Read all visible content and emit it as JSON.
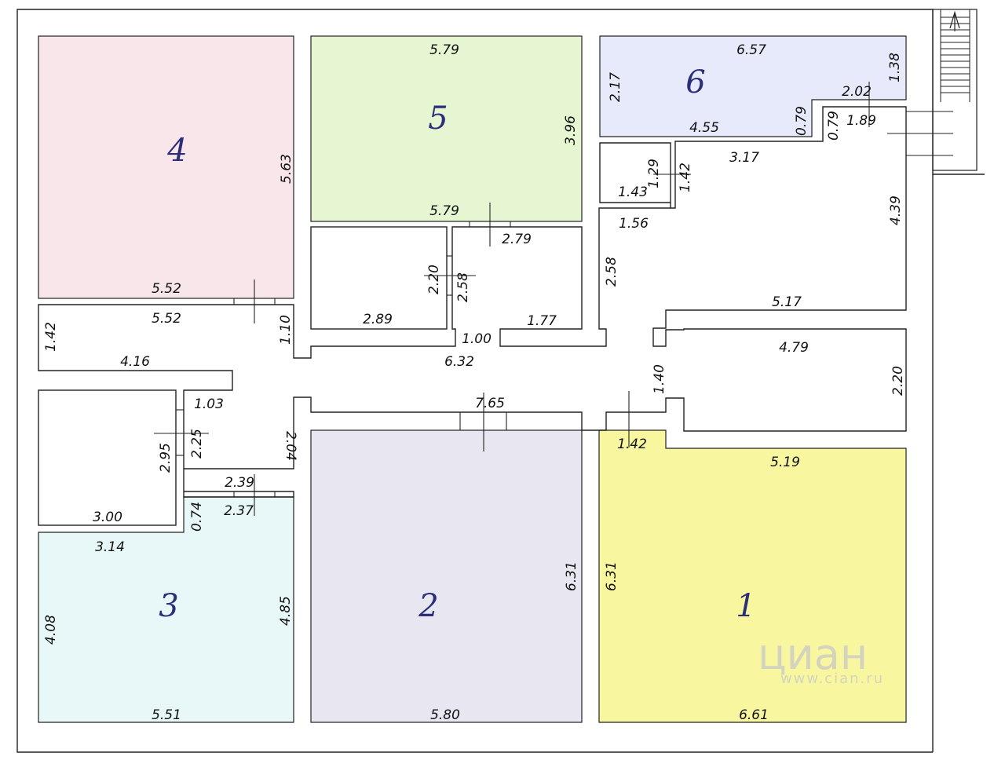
{
  "colors": {
    "room1": "#f8f7a0",
    "room2": "#e7e6f1",
    "room3": "#e8f8f8",
    "room4": "#f8e6ea",
    "room5": "#e6f6d2",
    "room6": "#e7eafb",
    "label": "#2b2f7a",
    "line": "#222222"
  },
  "rooms": [
    {
      "id": "1",
      "number": "1"
    },
    {
      "id": "2",
      "number": "2"
    },
    {
      "id": "3",
      "number": "3"
    },
    {
      "id": "4",
      "number": "4"
    },
    {
      "id": "5",
      "number": "5"
    },
    {
      "id": "6",
      "number": "6"
    }
  ],
  "dimensions": [
    "5.79",
    "6.57",
    "1.38",
    "2.17",
    "3.96",
    "5.63",
    "2.02",
    "0.79",
    "1.89",
    "0.79",
    "4.55",
    "3.17",
    "1.29",
    "1.42",
    "1.43",
    "5.79",
    "2.79",
    "1.56",
    "4.39",
    "2.20",
    "2.58",
    "2.58",
    "5.52",
    "5.52",
    "1.42",
    "1.10",
    "2.89",
    "1.77",
    "5.17",
    "1.00",
    "4.16",
    "6.32",
    "4.79",
    "1.40",
    "2.20",
    "1.03",
    "7.65",
    "2.95",
    "2.25",
    "2.04",
    "1.42",
    "5.19",
    "2.39",
    "2.37",
    "0.74",
    "3.00",
    "3.14",
    "6.31",
    "6.31",
    "4.08",
    "4.85",
    "5.51",
    "5.80",
    "6.61"
  ],
  "watermark": {
    "brand": "циан",
    "site": "www.cian.ru"
  }
}
